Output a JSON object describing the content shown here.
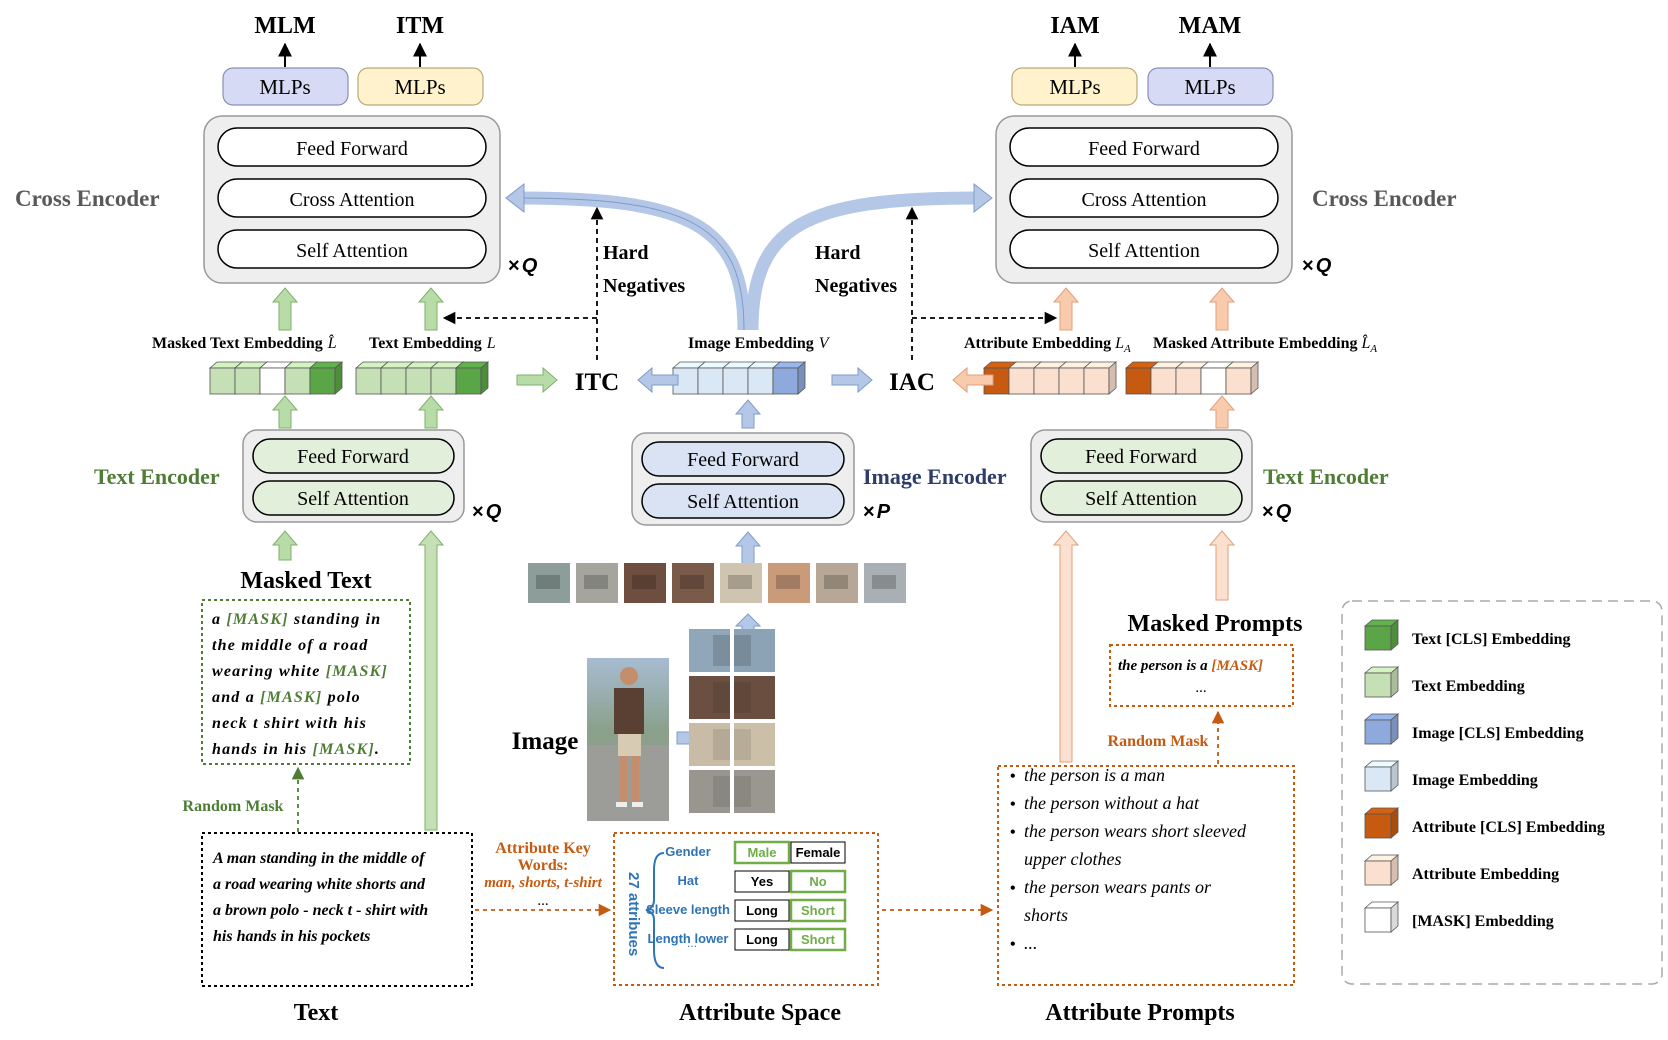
{
  "outputs": {
    "mlm": "MLM",
    "itm": "ITM",
    "iam": "IAM",
    "mam": "MAM",
    "mlps": "MLPs"
  },
  "cross_encoder": {
    "label": "Cross Encoder",
    "layers": [
      "Feed Forward",
      "Cross Attention",
      "Self Attention"
    ],
    "times": "×",
    "times_var": "Q"
  },
  "text_encoder": {
    "label": "Text Encoder",
    "layers": [
      "Feed Forward",
      "Self Attention"
    ],
    "times": "×",
    "times_var": "Q"
  },
  "image_encoder": {
    "label": "Image Encoder",
    "layers": [
      "Feed Forward",
      "Self Attention"
    ],
    "times": "×",
    "times_var": "P"
  },
  "hard_negatives": [
    "Hard",
    "Negatives"
  ],
  "embeddings": {
    "masked_text": "Masked Text Embedding",
    "masked_text_sym": "L̂",
    "text": "Text Embedding",
    "text_sym": "L",
    "image": "Image  Embedding",
    "image_sym": "V",
    "attribute": "Attribute Embedding",
    "attribute_sym": "L",
    "attribute_sub": "A",
    "masked_attribute": "Masked Attribute Embedding",
    "masked_attribute_sym": "L̂",
    "masked_attribute_sub": "A"
  },
  "losses": {
    "itc": "ITC",
    "iac": "IAC"
  },
  "masked_text": {
    "title": "Masked Text",
    "lines": [
      [
        {
          "t": "a ",
          "m": false
        },
        {
          "t": "[MASK]",
          "m": true
        },
        {
          "t": " standing in",
          "m": false
        }
      ],
      [
        {
          "t": "the middle of a road",
          "m": false
        }
      ],
      [
        {
          "t": "wearing white ",
          "m": false
        },
        {
          "t": "[MASK]",
          "m": true
        }
      ],
      [
        {
          "t": "and a ",
          "m": false
        },
        {
          "t": "[MASK]",
          "m": true
        },
        {
          "t": " polo",
          "m": false
        }
      ],
      [
        {
          "t": "neck t shirt with his",
          "m": false
        }
      ],
      [
        {
          "t": "hands in his ",
          "m": false
        },
        {
          "t": "[MASK]",
          "m": true
        },
        {
          "t": ".",
          "m": false
        }
      ]
    ]
  },
  "random_mask": "Random Mask",
  "text": {
    "title": "Text",
    "lines": [
      "A man standing in the middle of",
      "a road wearing white shorts and",
      "a brown polo - neck t - shirt with",
      "his hands in his pockets"
    ]
  },
  "image_label": "Image",
  "attribute_key_words": {
    "title_lines": [
      "Attribute Key",
      "Words:"
    ],
    "examples": "man, shorts, t-shirt",
    "ellipsis": "..."
  },
  "attribute_space": {
    "title": "Attribute Space",
    "side_label": "27 attribues",
    "rows": [
      {
        "name": "Gender",
        "opts": [
          "Male",
          "Female"
        ],
        "sel": 0
      },
      {
        "name": "Hat",
        "opts": [
          "Yes",
          "No"
        ],
        "sel": 1
      },
      {
        "name": "Sleeve length",
        "opts": [
          "Long",
          "Short"
        ],
        "sel": 1
      },
      {
        "name": "Length lower",
        "opts": [
          "Long",
          "Short"
        ],
        "sel": 1
      }
    ],
    "ellipsis": "..."
  },
  "attribute_prompts": {
    "title": "Attribute Prompts",
    "bullet": "•",
    "items": [
      [
        "the person is a man"
      ],
      [
        "the person without a hat"
      ],
      [
        "the person wears short sleeved",
        "upper clothes"
      ],
      [
        "the person wears pants or",
        "shorts"
      ],
      [
        "..."
      ]
    ]
  },
  "masked_prompts": {
    "title": "Masked Prompts",
    "line_prefix": "the person is a ",
    "mask": "[MASK]",
    "ellipsis": "..."
  },
  "legend": [
    {
      "label": "Text [CLS] Embedding",
      "color": "#5aa646"
    },
    {
      "label": "Text Embedding",
      "color": "#c5e0b4"
    },
    {
      "label": "Image [CLS] Embedding",
      "color": "#8ea9db"
    },
    {
      "label": "Image Embedding",
      "color": "#dae8f6"
    },
    {
      "label": "Attribute [CLS] Embedding",
      "color": "#c65a11"
    },
    {
      "label": "Attribute Embedding",
      "color": "#fbe0cf"
    },
    {
      "label": "[MASK] Embedding",
      "color": "#ffffff"
    }
  ],
  "colors": {
    "green_dark": "#4f7d35",
    "green_fill": "#e2efda",
    "green_arrow": "#b8dca8",
    "blue_fill": "#dae3f3",
    "blue_arrow": "#b4c7e7",
    "orange_text": "#c55a11",
    "orange_arrow": "#f8cbad",
    "mlp_blue": "#d6daf5",
    "mlp_yellow": "#fff2cc",
    "image_encoder_text": "#2f3d6b"
  }
}
